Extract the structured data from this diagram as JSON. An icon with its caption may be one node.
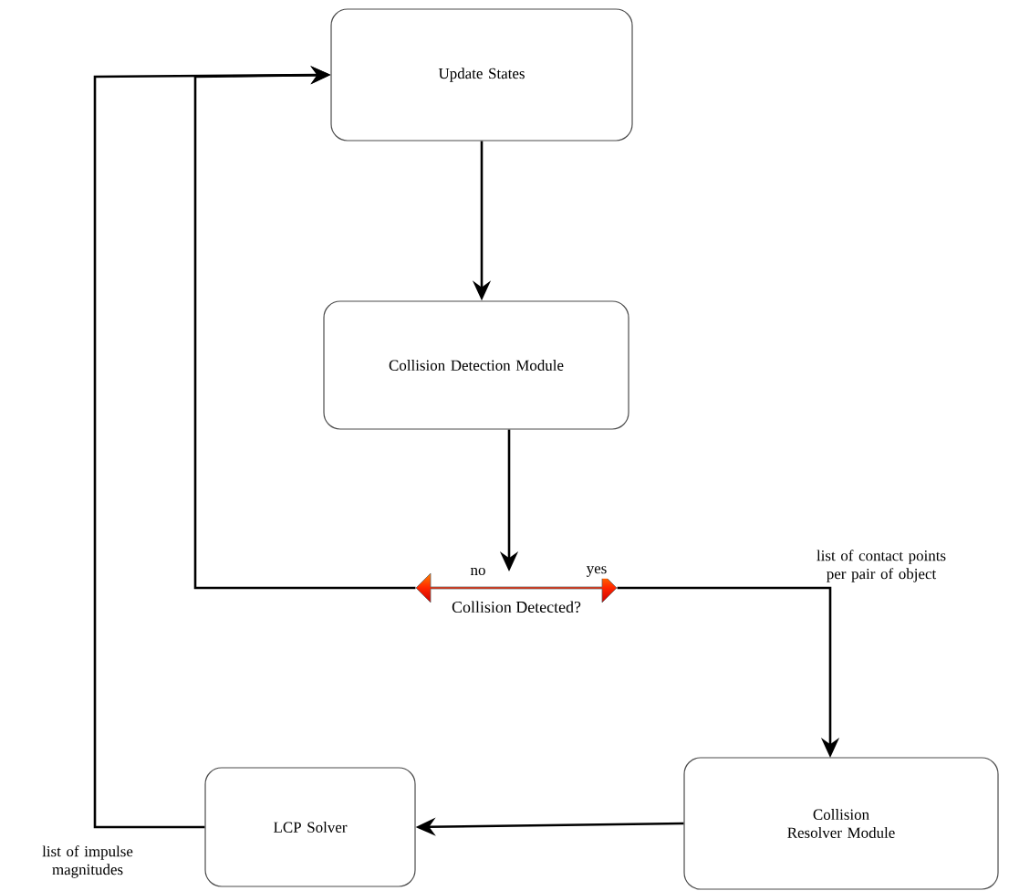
{
  "diagram": {
    "nodes": [
      {
        "text": [
          "Update States"
        ]
      },
      {
        "text": [
          "Collision Detection Module"
        ]
      },
      {
        "text": [
          "Collision Detected?"
        ]
      },
      {
        "text": [
          "Collision Resolver Module"
        ]
      },
      {
        "text": [
          "LCP Solver"
        ]
      }
    ],
    "edges": [
      {
        "from": 0,
        "to": 1,
        "arrow": "to"
      },
      {
        "from": 1,
        "to": 2,
        "arrow": "to"
      },
      {
        "from": 2,
        "to": 3,
        "arrow": "to",
        "label": "yes"
      },
      {
        "from": 2,
        "to": 0,
        "arrow": "to",
        "label": "no"
      },
      {
        "from": 3,
        "to": 4,
        "arrow": "to"
      },
      {
        "from": 4,
        "to": 0,
        "arrow": "to"
      }
    ],
    "labels": [
      "list of contact points per pair of object",
      "list of impulse magnitudes"
    ]
  }
}
